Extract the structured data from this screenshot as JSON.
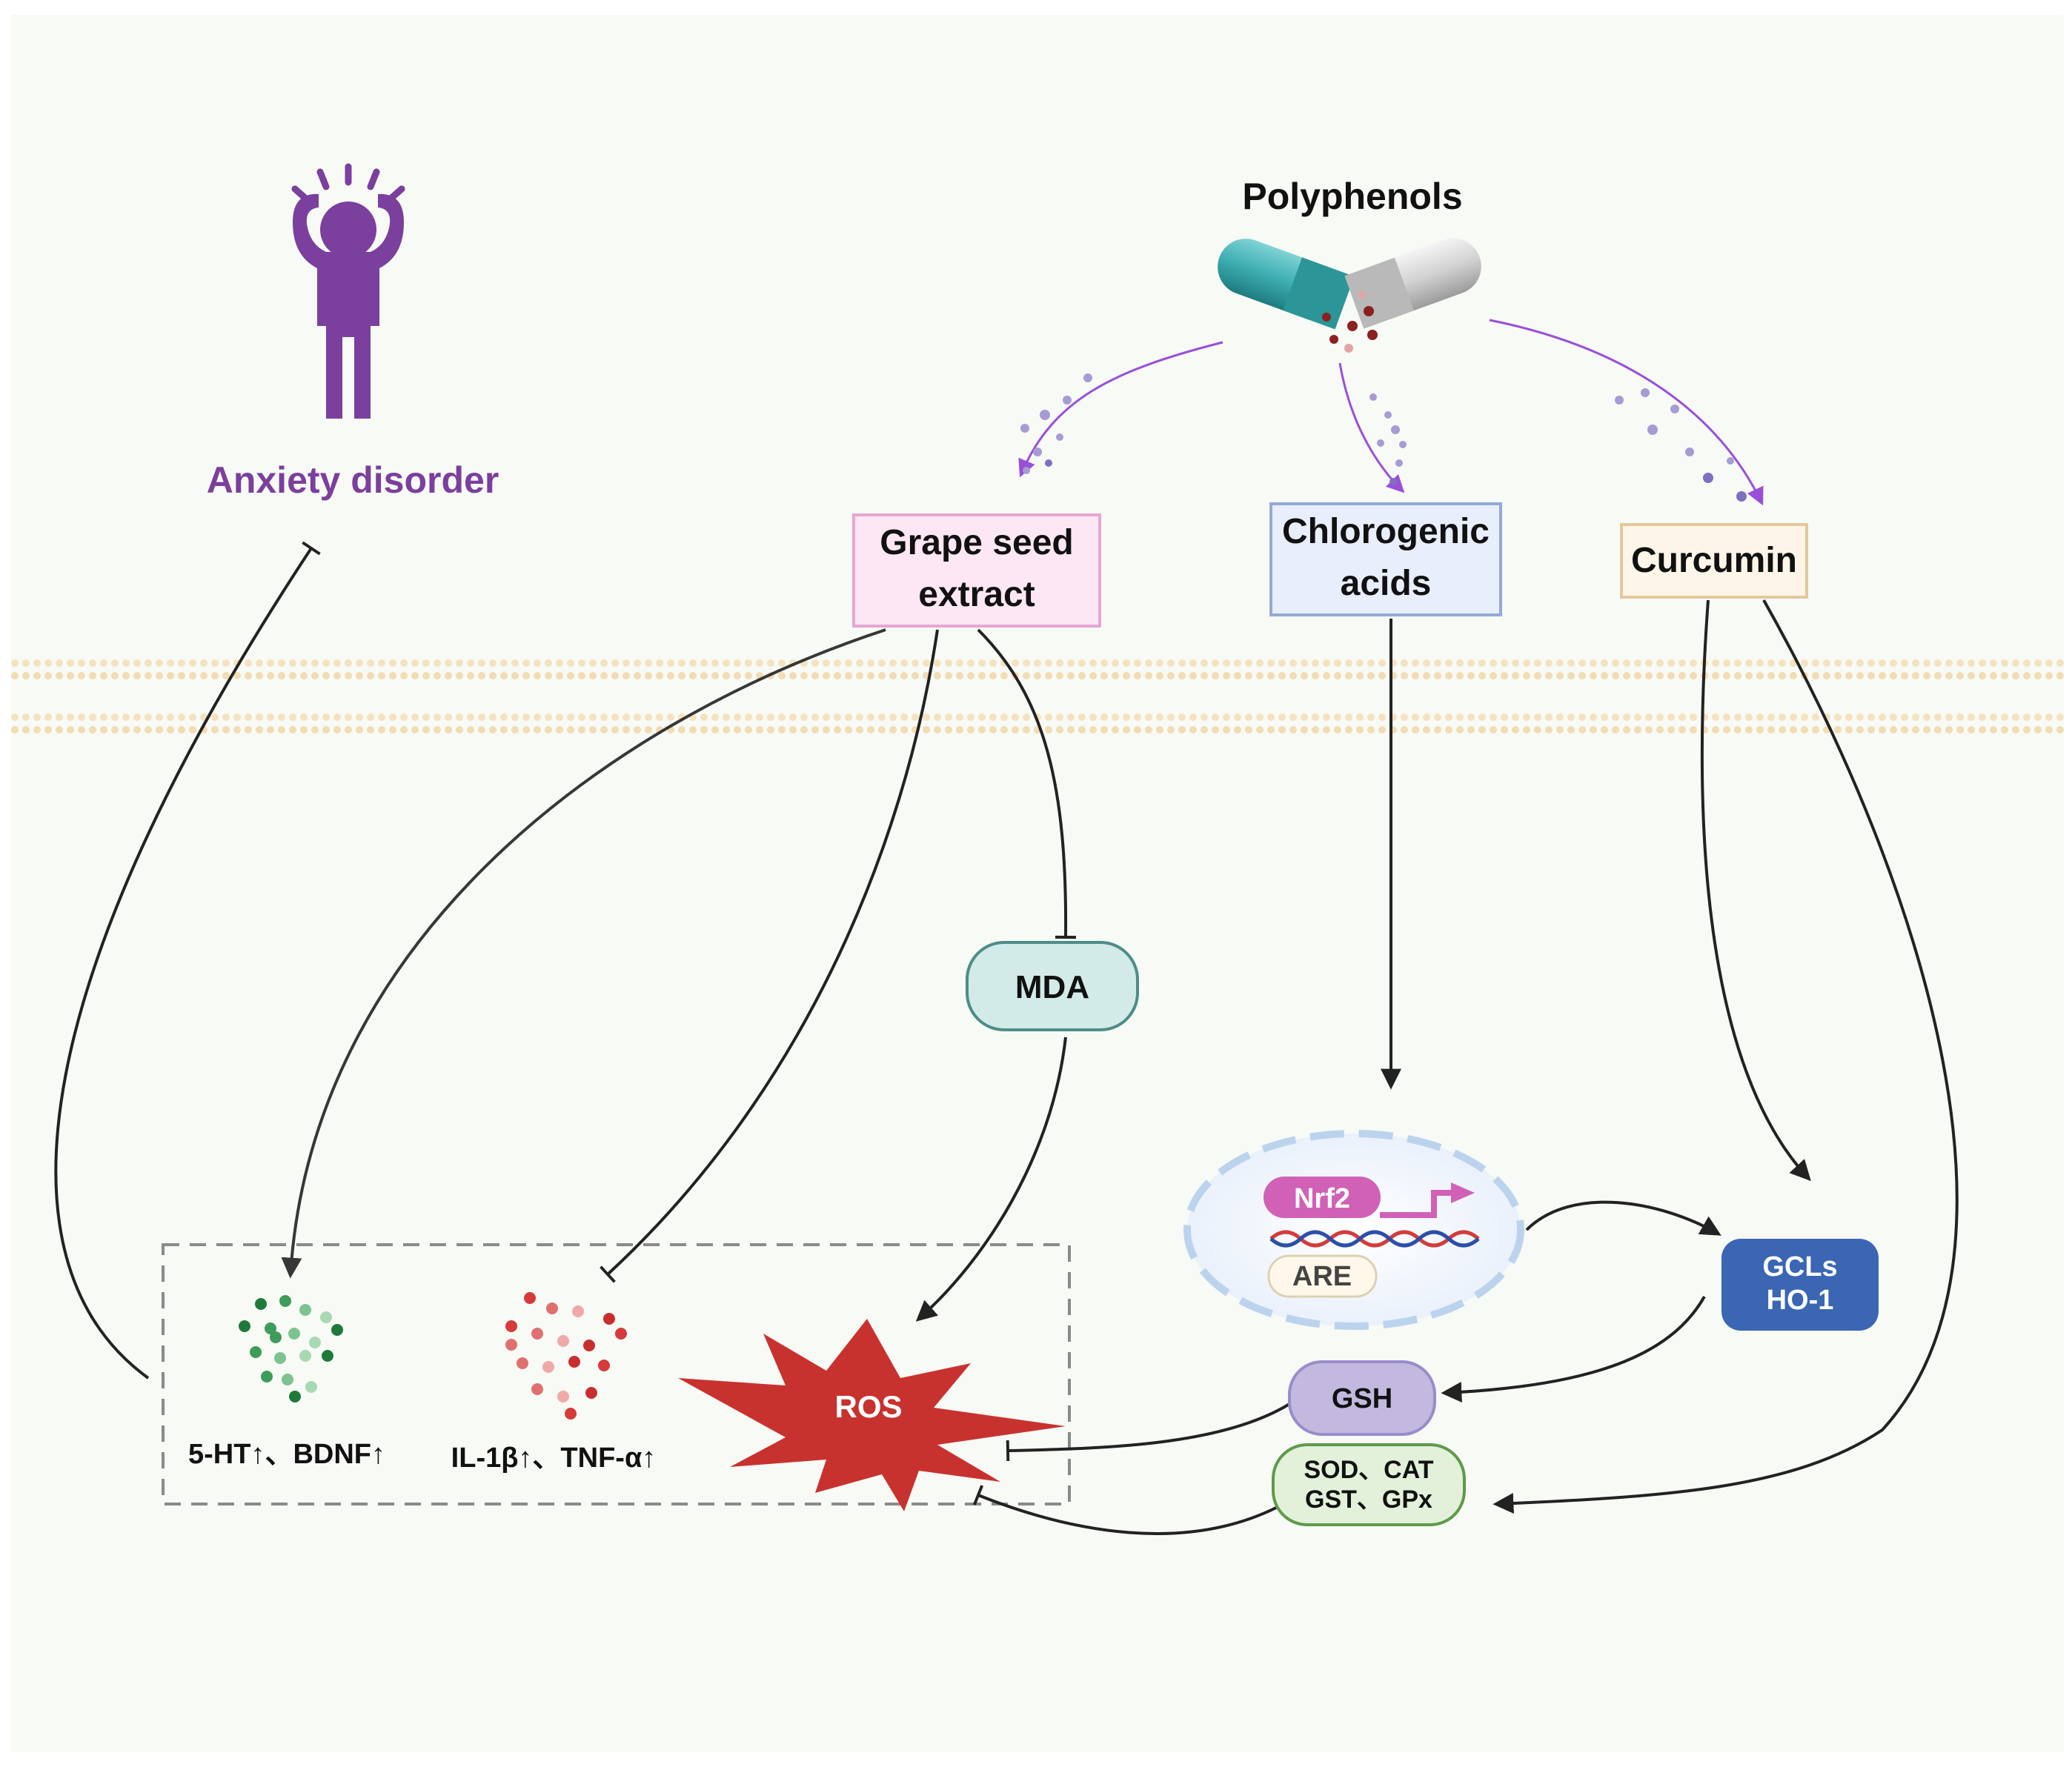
{
  "figure": {
    "polyphenols_label": "Polyphenols",
    "anxiety_label": "Anxiety disorder",
    "nodes": {
      "grape_seed": [
        "Grape seed",
        "extract"
      ],
      "chlorogenic": [
        "Chlorogenic",
        "acids"
      ],
      "curcumin": "Curcumin",
      "mda": "MDA",
      "nrf2": "Nrf2",
      "are": "ARE",
      "gcls": [
        "GCLs",
        "HO-1"
      ],
      "gsh": "GSH",
      "enzymes": [
        "SOD、CAT",
        "GST、GPx"
      ],
      "ros": "ROS",
      "neuro": "5-HT↑、BDNF↑",
      "cytokines": "IL-1β↑、TNF-α↑"
    }
  },
  "colors": {
    "background": "#f7faf5",
    "purple": "#7b3f9d",
    "arrow_purple": "#9a4fd8",
    "grape_fill": "#fde7f4",
    "grape_stroke": "#e6a6d4",
    "chlorogenic_fill": "#e8eefb",
    "chlorogenic_stroke": "#94a9d7",
    "curcumin_fill": "#fdf5e8",
    "curcumin_stroke": "#e3c89b",
    "mda_fill": "#d3ebe8",
    "mda_stroke": "#4e8d87",
    "gcls_fill": "#3a66b3",
    "gsh_fill": "#c3b9df",
    "gsh_stroke": "#9a8ccb",
    "enzyme_fill": "#e3f1da",
    "enzyme_stroke": "#5e9a4a",
    "nrf2_fill": "#d161b7",
    "ros_fill": "#c8322e",
    "teal_capsule": "#3eaeb2",
    "gray_capsule": "#d2d2d2"
  },
  "icons": [
    "anxious-person-icon",
    "capsule-icon",
    "nucleus-icon",
    "dna-icon",
    "ros-burst-icon",
    "particles-icon"
  ]
}
